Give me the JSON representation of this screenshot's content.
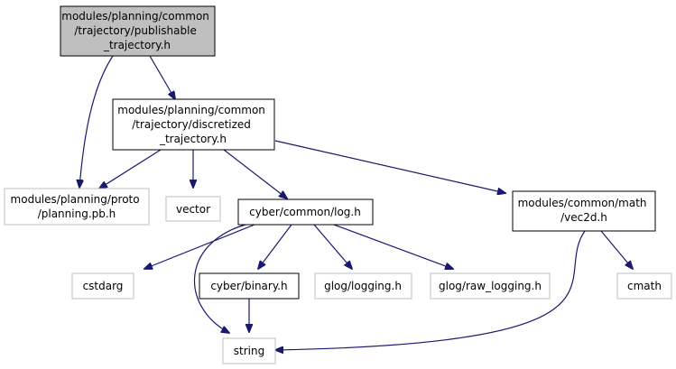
{
  "diagram": {
    "colors": {
      "edge": "#191970",
      "highlight_fill": "#bfbfbf",
      "box_border_dark": "#000000",
      "box_border_light": "#bfbfbf"
    },
    "nodes": {
      "publishable": {
        "lines": [
          "modules/planning/common",
          "/trajectory/publishable",
          "_trajectory.h"
        ]
      },
      "discretized": {
        "lines": [
          "modules/planning/common",
          "/trajectory/discretized",
          "_trajectory.h"
        ]
      },
      "planning_pb": {
        "lines": [
          "modules/planning/proto",
          "/planning.pb.h"
        ]
      },
      "vector": {
        "lines": [
          "vector"
        ]
      },
      "log": {
        "lines": [
          "cyber/common/log.h"
        ]
      },
      "vec2d": {
        "lines": [
          "modules/common/math",
          "/vec2d.h"
        ]
      },
      "cstdarg": {
        "lines": [
          "cstdarg"
        ]
      },
      "binary": {
        "lines": [
          "cyber/binary.h"
        ]
      },
      "glog_logging": {
        "lines": [
          "glog/logging.h"
        ]
      },
      "glog_raw": {
        "lines": [
          "glog/raw_logging.h"
        ]
      },
      "cmath": {
        "lines": [
          "cmath"
        ]
      },
      "string": {
        "lines": [
          "string"
        ]
      }
    }
  }
}
